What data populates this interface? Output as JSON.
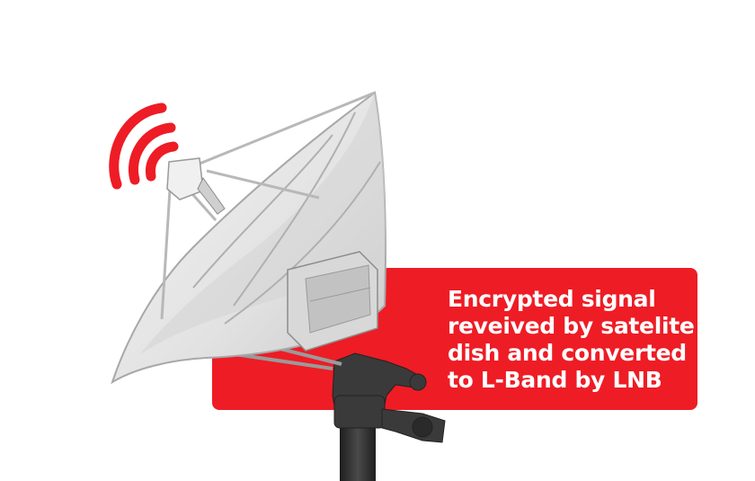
{
  "caption": {
    "lines": [
      "Encrypted signal",
      "reveived by satelite",
      "dish and converted",
      "to L-Band by LNB"
    ]
  },
  "colors": {
    "accent": "#ee1c25",
    "dish_surface": "#e6e6e6",
    "dish_shadow": "#bdbdbd",
    "mount": "#3a3a3a"
  },
  "icons": {
    "signal": "wifi-signal-waves-icon",
    "dish": "satellite-dish-illustration"
  }
}
